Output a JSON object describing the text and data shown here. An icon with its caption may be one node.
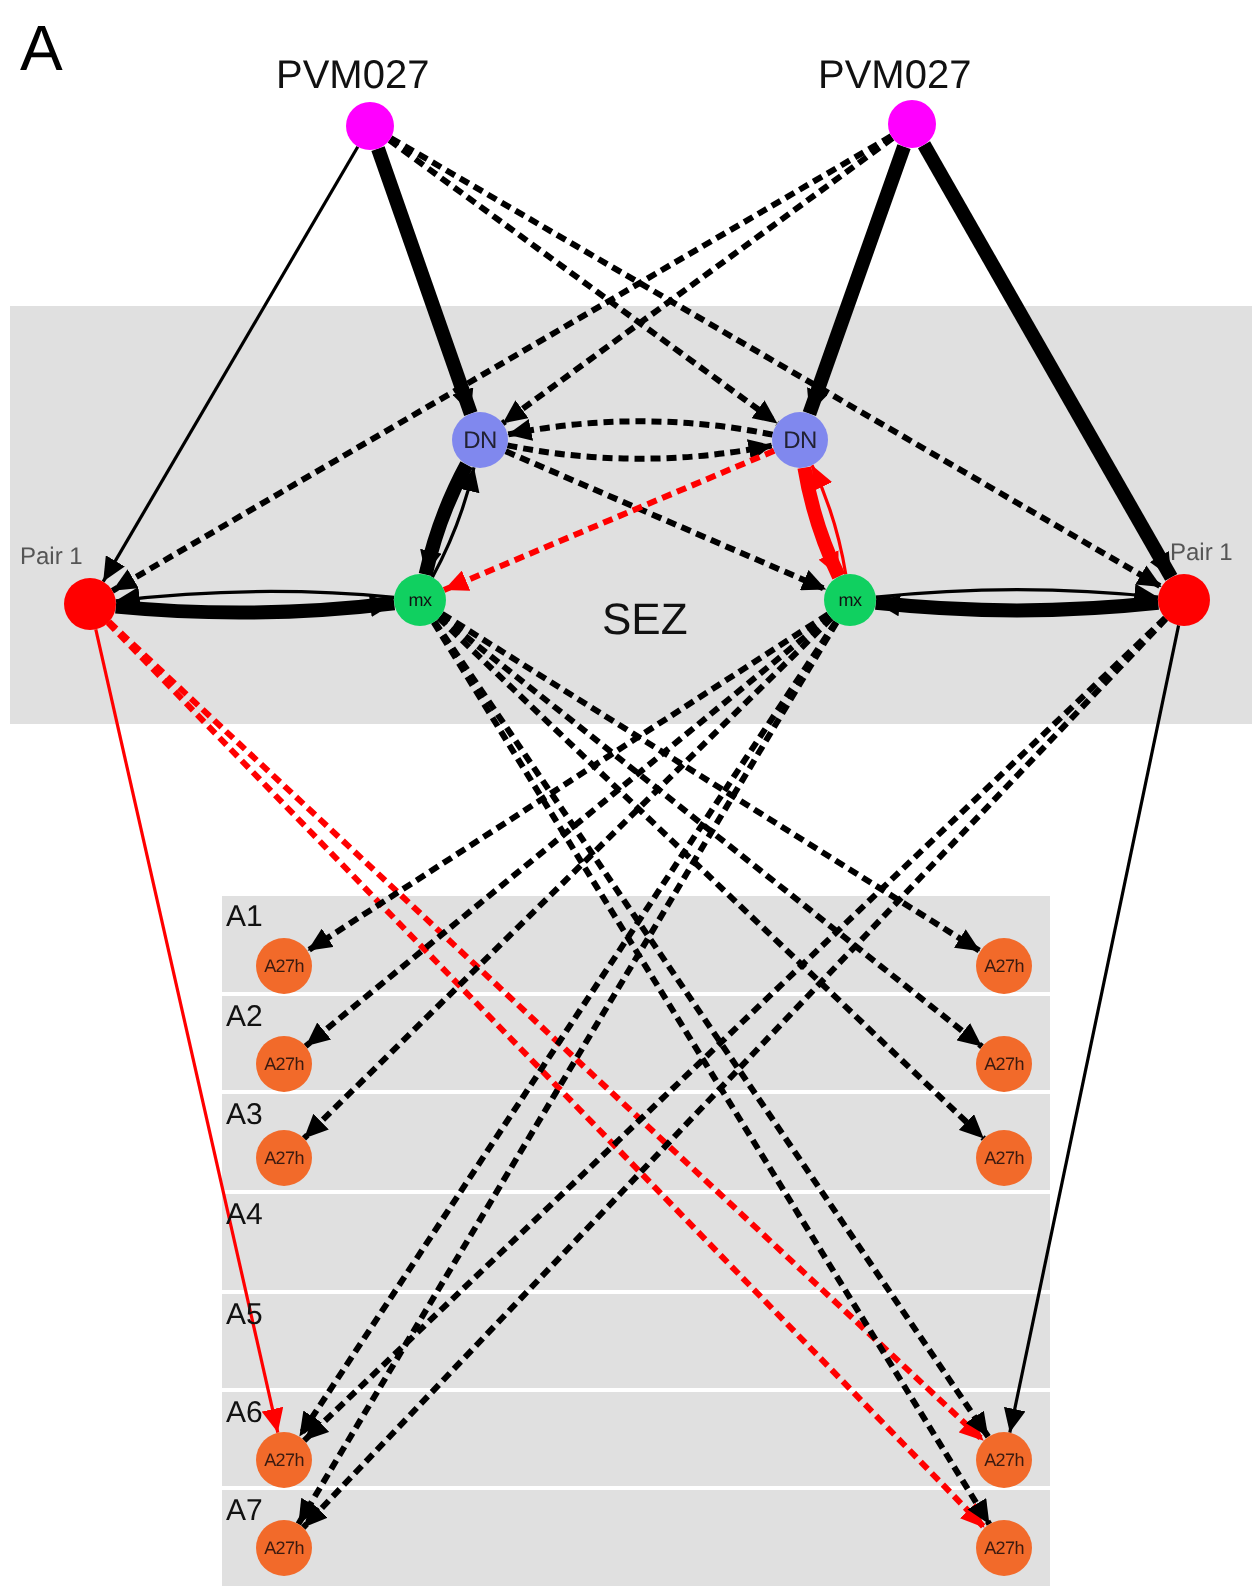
{
  "diagram": {
    "nodes": [
      {
        "text": [
          "PVM027"
        ]
      },
      {
        "text": [
          "PVM027"
        ]
      },
      {
        "text": [
          "SEZ"
        ]
      },
      {
        "text": [
          "DN"
        ],
        "in": 2
      },
      {
        "text": [
          "DN"
        ],
        "in": 2
      },
      {
        "text": [
          "Pair 1"
        ],
        "in": 2
      },
      {
        "text": [
          "mx"
        ],
        "in": 2
      },
      {
        "text": [
          "mx"
        ],
        "in": 2
      },
      {
        "text": [
          "Pair 1"
        ],
        "in": 2
      },
      {
        "text": [
          "A27h"
        ]
      },
      {
        "text": [
          "A27h"
        ]
      },
      {
        "text": [
          "A27h"
        ]
      },
      {
        "text": [
          "A27h"
        ]
      },
      {
        "text": [
          "A27h"
        ]
      },
      {
        "text": [
          "A27h"
        ]
      },
      {
        "text": [
          "A27h"
        ]
      },
      {
        "text": [
          "A27h"
        ]
      },
      {
        "text": [
          "A27h"
        ]
      },
      {
        "text": [
          "A27h"
        ]
      }
    ],
    "edges": [
      {
        "from": 0,
        "to": 5,
        "arrow": "to"
      },
      {
        "from": 0,
        "to": 3,
        "arrow": "to",
        "style": "thick"
      },
      {
        "from": 0,
        "to": 4,
        "arrow": "to",
        "style": "dashed"
      },
      {
        "from": 0,
        "to": 8,
        "arrow": "to",
        "style": "dashed"
      },
      {
        "from": 1,
        "to": 5,
        "arrow": "to",
        "style": "dashed"
      },
      {
        "from": 1,
        "to": 3,
        "arrow": "to",
        "style": "dashed"
      },
      {
        "from": 1,
        "to": 4,
        "arrow": "to",
        "style": "thick"
      },
      {
        "from": 1,
        "to": 8,
        "arrow": "to",
        "style": "thick"
      },
      {
        "from": 3,
        "to": 4,
        "arrow": "to",
        "style": "dashed"
      },
      {
        "from": 4,
        "to": 3,
        "arrow": "to",
        "style": "dashed"
      },
      {
        "from": 3,
        "to": 7,
        "arrow": "to",
        "style": "dashed"
      },
      {
        "from": 4,
        "to": 6,
        "arrow": "to",
        "style": "dashed",
        "color": "#ff0000"
      },
      {
        "from": 3,
        "to": 6,
        "arrow": "to",
        "style": "thick"
      },
      {
        "from": 6,
        "to": 3,
        "arrow": "to"
      },
      {
        "from": 4,
        "to": 7,
        "arrow": "to",
        "style": "thick",
        "color": "#ff0000"
      },
      {
        "from": 7,
        "to": 4,
        "arrow": "to",
        "color": "#ff0000"
      },
      {
        "from": 5,
        "to": 6,
        "arrow": "to",
        "style": "thick"
      },
      {
        "from": 6,
        "to": 5,
        "arrow": "to"
      },
      {
        "from": 8,
        "to": 7,
        "arrow": "to",
        "style": "thick"
      },
      {
        "from": 7,
        "to": 8,
        "arrow": "to"
      },
      {
        "from": 5,
        "to": 15,
        "arrow": "to",
        "color": "#ff0000"
      },
      {
        "from": 5,
        "to": 16,
        "arrow": "to",
        "style": "dashed",
        "color": "#ff0000"
      },
      {
        "from": 5,
        "to": 18,
        "arrow": "to",
        "style": "dashed",
        "color": "#ff0000"
      },
      {
        "from": 8,
        "to": 15,
        "arrow": "to",
        "style": "dashed"
      },
      {
        "from": 8,
        "to": 17,
        "arrow": "to",
        "style": "dashed"
      },
      {
        "from": 8,
        "to": 16,
        "arrow": "to"
      },
      {
        "from": 6,
        "to": 10,
        "arrow": "to",
        "style": "dashed"
      },
      {
        "from": 6,
        "to": 12,
        "arrow": "to",
        "style": "dashed"
      },
      {
        "from": 6,
        "to": 14,
        "arrow": "to",
        "style": "dashed"
      },
      {
        "from": 6,
        "to": 16,
        "arrow": "to",
        "style": "dashed"
      },
      {
        "from": 6,
        "to": 18,
        "arrow": "to",
        "style": "dashed"
      },
      {
        "from": 7,
        "to": 9,
        "arrow": "to",
        "style": "dashed"
      },
      {
        "from": 7,
        "to": 11,
        "arrow": "to",
        "style": "dashed"
      },
      {
        "from": 7,
        "to": 13,
        "arrow": "to",
        "style": "dashed"
      },
      {
        "from": 7,
        "to": 15,
        "arrow": "to",
        "style": "dashed"
      },
      {
        "from": 7,
        "to": 17,
        "arrow": "to",
        "style": "dashed"
      }
    ],
    "labels": [
      "A",
      "A1",
      "A2",
      "A3",
      "A4",
      "A5",
      "A6",
      "A7"
    ]
  }
}
